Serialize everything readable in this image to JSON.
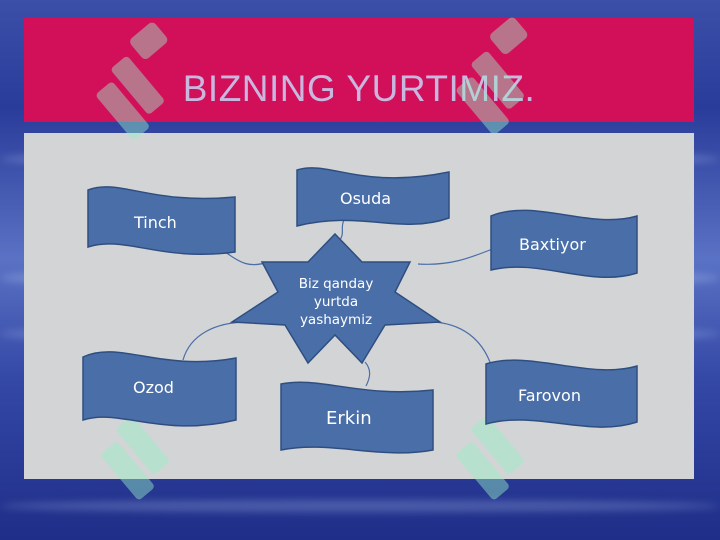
{
  "slide": {
    "title": "BIZNING YURTIMIZ."
  },
  "diagram": {
    "center": {
      "lines": [
        "Biz qanday",
        "yurtda",
        "yashaymiz"
      ]
    },
    "nodes": [
      {
        "id": "tinch",
        "label": "Tinch"
      },
      {
        "id": "osuda",
        "label": "Osuda"
      },
      {
        "id": "baxtiyor",
        "label": "Baxtiyor"
      },
      {
        "id": "ozod",
        "label": "Ozod"
      },
      {
        "id": "erkin",
        "label": "Erkin"
      },
      {
        "id": "farovon",
        "label": "Farovon"
      }
    ]
  },
  "colors": {
    "title_band": "#d2105a",
    "shape_fill": "#4a6fa8",
    "panel": "#d3d4d6",
    "background": "#3448a6"
  }
}
